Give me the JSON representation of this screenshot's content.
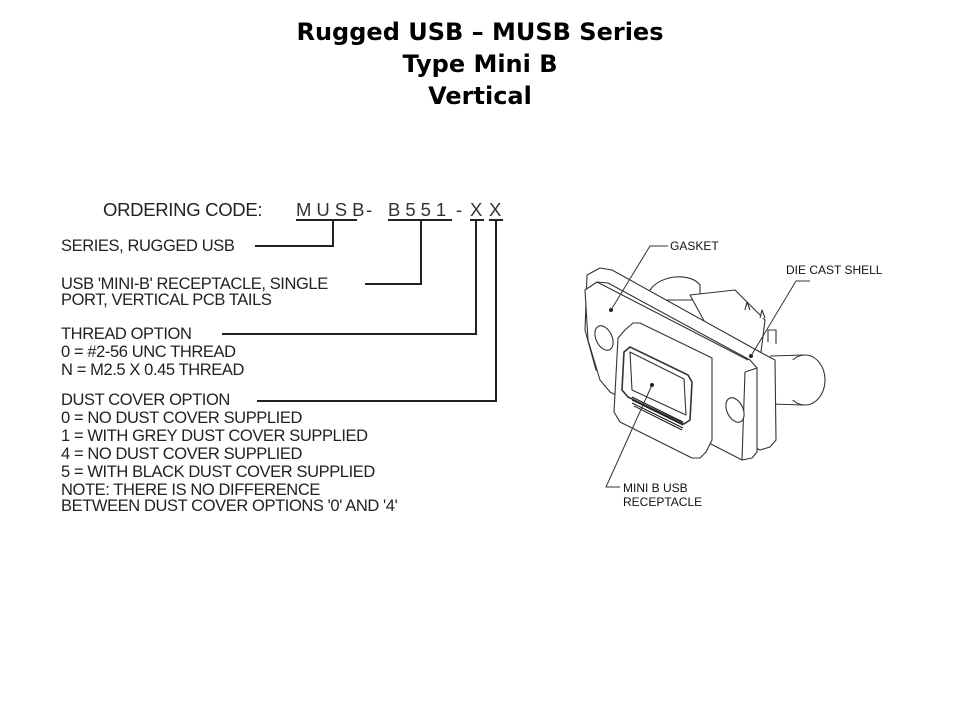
{
  "header": {
    "title_line1": "Rugged USB – MUSB Series",
    "title_line2": "Type Mini B",
    "title_line3": "Vertical"
  },
  "ordering_code": {
    "label": "ORDERING CODE:",
    "segments": [
      "MUSB",
      "-",
      "B551",
      "-",
      "X",
      "X"
    ],
    "fields": {
      "series": "SERIES, RUGGED USB",
      "receptacle_line1": "USB 'MINI-B' RECEPTACLE, SINGLE",
      "receptacle_line2": "PORT, VERTICAL PCB TAILS",
      "thread_title": "THREAD OPTION",
      "thread_options": [
        "0 = #2-56 UNC THREAD",
        "N = M2.5 X 0.45 THREAD"
      ],
      "dust_title": "DUST COVER OPTION",
      "dust_options": [
        "0 = NO DUST COVER SUPPLIED",
        "1 = WITH GREY DUST COVER SUPPLIED",
        "4 = NO DUST COVER SUPPLIED",
        "5 = WITH BLACK DUST COVER SUPPLIED",
        "NOTE: THERE IS NO DIFFERENCE",
        "BETWEEN DUST COVER OPTIONS '0' AND '4'"
      ]
    }
  },
  "connector_drawing": {
    "callouts": {
      "gasket": "GASKET",
      "shell": "DIE CAST SHELL",
      "receptacle_line1": "MINI B  USB",
      "receptacle_line2": "RECEPTACLE"
    }
  }
}
